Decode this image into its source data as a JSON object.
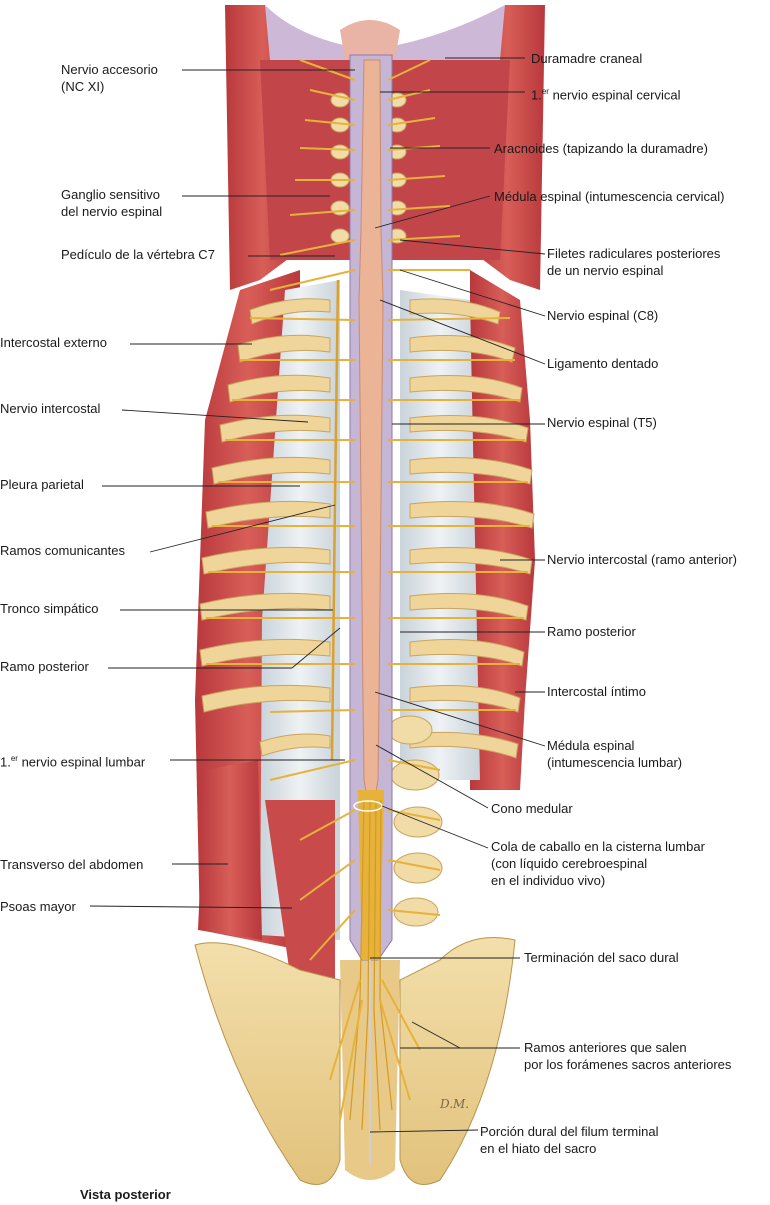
{
  "labels_left": [
    {
      "id": "nervio-accesorio",
      "line1": "Nervio accesorio",
      "line2": "(NC XI)"
    },
    {
      "id": "ganglio-sensitivo",
      "line1": "Ganglio sensitivo",
      "line2": "del nervio espinal"
    },
    {
      "id": "pediculo-c7",
      "line1": "Pedículo de la vértebra C7",
      "line2": ""
    },
    {
      "id": "intercostal-externo",
      "line1": "Intercostal externo",
      "line2": ""
    },
    {
      "id": "nervio-intercostal",
      "line1": "Nervio intercostal",
      "line2": ""
    },
    {
      "id": "pleura-parietal",
      "line1": "Pleura parietal",
      "line2": ""
    },
    {
      "id": "ramos-comunicantes",
      "line1": "Ramos comunicantes",
      "line2": ""
    },
    {
      "id": "tronco-simpatico",
      "line1": "Tronco simpático",
      "line2": ""
    },
    {
      "id": "ramo-posterior-left",
      "line1": "Ramo posterior",
      "line2": ""
    },
    {
      "id": "nervio-lumbar",
      "line1": "1.",
      "sup": "er",
      "line1b": " nervio espinal lumbar",
      "line2": ""
    },
    {
      "id": "transverso-abdomen",
      "line1": "Transverso del abdomen",
      "line2": ""
    },
    {
      "id": "psoas-mayor",
      "line1": "Psoas mayor",
      "line2": ""
    }
  ],
  "labels_right": [
    {
      "id": "duramadre-craneal",
      "line1": "Duramadre craneal",
      "line2": "",
      "line3": ""
    },
    {
      "id": "nervio-cervical",
      "line1": "1.",
      "sup": "er",
      "line1b": " nervio espinal cervical",
      "line2": "",
      "line3": ""
    },
    {
      "id": "aracnoides",
      "line1": "Aracnoides (tapizando la duramadre)",
      "line2": "",
      "line3": ""
    },
    {
      "id": "medula-cervical",
      "line1": "Médula espinal (intumescencia cervical)",
      "line2": "",
      "line3": ""
    },
    {
      "id": "filetes-radiculares",
      "line1": "Filetes radiculares posteriores",
      "line2": "de un nervio espinal",
      "line3": ""
    },
    {
      "id": "nervio-c8",
      "line1": "Nervio espinal (C8)",
      "line2": "",
      "line3": ""
    },
    {
      "id": "ligamento-dentado",
      "line1": "Ligamento dentado",
      "line2": "",
      "line3": ""
    },
    {
      "id": "nervio-t5",
      "line1": "Nervio espinal (T5)",
      "line2": "",
      "line3": ""
    },
    {
      "id": "intercostal-anterior",
      "line1": "Nervio intercostal (ramo anterior)",
      "line2": "",
      "line3": ""
    },
    {
      "id": "ramo-posterior-right",
      "line1": "Ramo posterior",
      "line2": "",
      "line3": ""
    },
    {
      "id": "intercostal-intimo",
      "line1": "Intercostal íntimo",
      "line2": "",
      "line3": ""
    },
    {
      "id": "medula-lumbar",
      "line1": "Médula espinal",
      "line2": "(intumescencia lumbar)",
      "line3": ""
    },
    {
      "id": "cono-medular",
      "line1": "Cono medular",
      "line2": "",
      "line3": ""
    },
    {
      "id": "cola-caballo",
      "line1": "Cola de caballo en la cisterna lumbar",
      "line2": "(con líquido cerebroespinal",
      "line3": "en el individuo vivo)"
    },
    {
      "id": "saco-dural",
      "line1": "Terminación del saco dural",
      "line2": "",
      "line3": ""
    },
    {
      "id": "ramos-anteriores",
      "line1": "Ramos anteriores que salen",
      "line2": "por los forámenes sacros anteriores",
      "line3": ""
    },
    {
      "id": "filum-terminal",
      "line1": "Porción dural del filum terminal",
      "line2": "en el hiato del sacro",
      "line3": ""
    }
  ],
  "caption": "Vista posterior",
  "signature": "D.M.",
  "colors": {
    "muscle": "#c9484a",
    "muscle_light": "#e07a70",
    "bone": "#f0d9a0",
    "bone_dark": "#d9b56a",
    "pleura": "#dfe6ea",
    "dura": "#b8a7c9",
    "cord": "#eab79a",
    "nerve": "#e6b23a",
    "line": "#222222"
  }
}
